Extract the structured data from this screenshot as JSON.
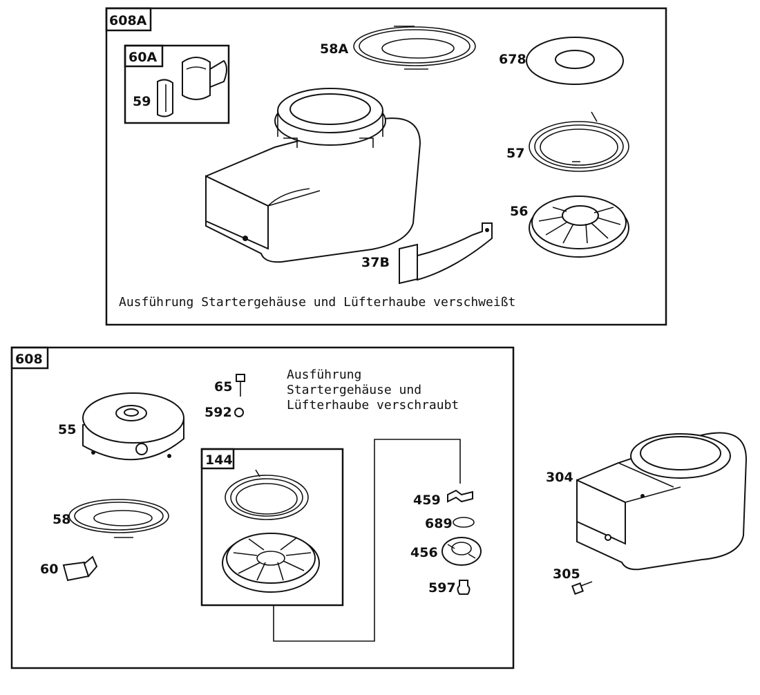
{
  "upper_panel": {
    "id": "608A",
    "caption": "Ausführung Startergehäuse und Lüfterhaube verschweißt",
    "sub_kit": "60A",
    "parts": [
      "58A",
      "678",
      "59",
      "57",
      "56",
      "37B"
    ]
  },
  "lower_panel": {
    "id": "608",
    "caption_lines": [
      "Ausführung",
      "Startergehäuse und",
      "Lüfterhaube verschraubt"
    ],
    "sub_kit": "144",
    "parts": [
      "65",
      "592",
      "55",
      "58",
      "60",
      "459",
      "689",
      "456",
      "597"
    ]
  },
  "outside_parts": [
    "304",
    "305"
  ]
}
